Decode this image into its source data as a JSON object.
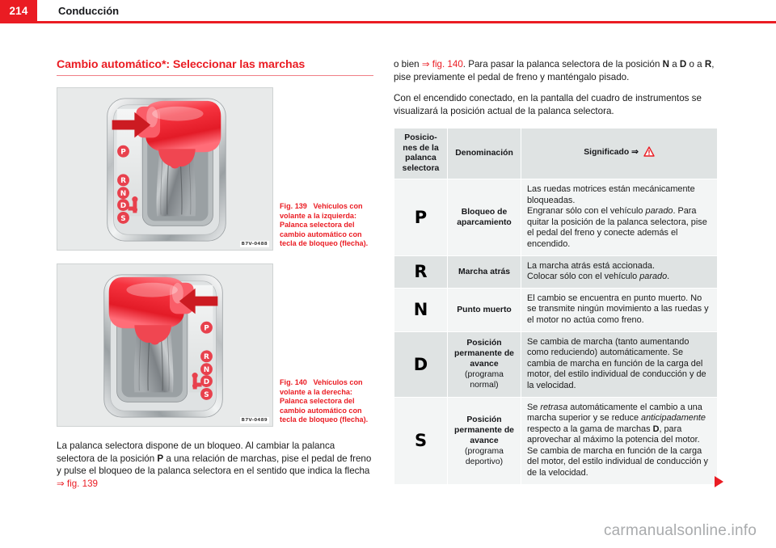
{
  "header": {
    "page_number": "214",
    "chapter": "Conducción",
    "accent_color": "#ea1c23"
  },
  "left": {
    "section_heading": "Cambio automático*: Seleccionar las marchas",
    "figures": [
      {
        "label": "Fig. 139",
        "caption": "Vehículos con volante a la izquierda: Palanca selectora del cambio automático con tecla de bloqueo (flecha).",
        "image_code": "B7V-0488",
        "alt": "gear-selector-left-hand-drive",
        "gear_labels": [
          "P",
          "R",
          "N",
          "D",
          "S"
        ],
        "arrow_direction": "right"
      },
      {
        "label": "Fig. 140",
        "caption": "Vehículos con volante a la derecha: Palanca selectora del cambio automático con tecla de bloqueo (flecha).",
        "image_code": "B7V-0489",
        "alt": "gear-selector-right-hand-drive",
        "gear_labels": [
          "P",
          "R",
          "N",
          "D",
          "S"
        ],
        "arrow_direction": "left"
      }
    ],
    "paragraph": {
      "p1": "La palanca selectora dispone de un bloqueo. Al cambiar la palanca selectora de la posición ",
      "b1": "P",
      "p2": " a una relación de marchas, pise el pedal de freno y pulse el bloqueo de la palanca selectora en el sentido que indica la flecha ",
      "ref": "⇒ fig. 139"
    }
  },
  "right": {
    "paragraph1": {
      "p1": "o bien ",
      "ref": "⇒ fig. 140",
      "p2": ". Para pasar la palanca selectora de la posición ",
      "b1": "N",
      "p3": " a ",
      "b2": "D",
      "p4": " o a ",
      "b3": "R",
      "p5": ", pise previamente el pedal de freno y manténgalo pisado."
    },
    "paragraph2": "Con el encendido conectado, en la pantalla del cuadro de instrumentos se visualizará la posición actual de la palanca selectora.",
    "table": {
      "headers": {
        "col1": "Posiciones de la palanca selectora",
        "col1_lines": [
          "Posicio-",
          "nes de la",
          "palanca",
          "selectora"
        ],
        "col2": "Denominación",
        "col3": "Significado",
        "col3_suffix": "⇒",
        "col3_icon": "warning-triangle-icon"
      },
      "rows": [
        {
          "gear": "P",
          "name_bold": "Bloqueo de aparcamiento",
          "name_reg": "",
          "desc_html": "Las ruedas motrices están mecánicamente bloqueadas.<br>Engranar sólo con el vehículo <i>parado</i>. Para quitar la posición de la palanca selectora, pise el pedal del freno y conecte además el encendido.",
          "shade": "plain"
        },
        {
          "gear": "R",
          "name_bold": "Marcha atrás",
          "name_reg": "",
          "desc_html": "La marcha atrás está accionada.<br>Colocar sólo con el vehículo <i>parado</i>.",
          "shade": "alt"
        },
        {
          "gear": "N",
          "name_bold": "Punto muerto",
          "name_reg": "",
          "desc_html": "El cambio se encuentra en punto muerto. No se transmite ningún movimiento a las ruedas y el motor no actúa como freno.",
          "shade": "plain"
        },
        {
          "gear": "D",
          "name_bold": "Posición permanente de avance",
          "name_reg": " (programa normal)",
          "desc_html": "Se cambia de marcha (tanto aumentando como reduciendo) automáticamente. Se cambia de marcha en función de la carga del motor, del estilo individual de conducción y de la velocidad.",
          "shade": "alt"
        },
        {
          "gear": "S",
          "name_bold": "Posición permanente de avance",
          "name_reg": " (programa deportivo)",
          "desc_html": "Se <i>retrasa</i> automáticamente el cambio a una marcha superior y se reduce <i>anticipadamente</i> respecto a la gama de marchas <b>D</b>, para aprovechar al máximo la potencia del motor. Se cambia de marcha en función de la carga del motor, del estilo individual de conducción y de la velocidad.",
          "shade": "plain"
        }
      ]
    }
  },
  "footer": {
    "watermark": "carmanualsonline.info",
    "continue_marker": "continue-arrow"
  }
}
